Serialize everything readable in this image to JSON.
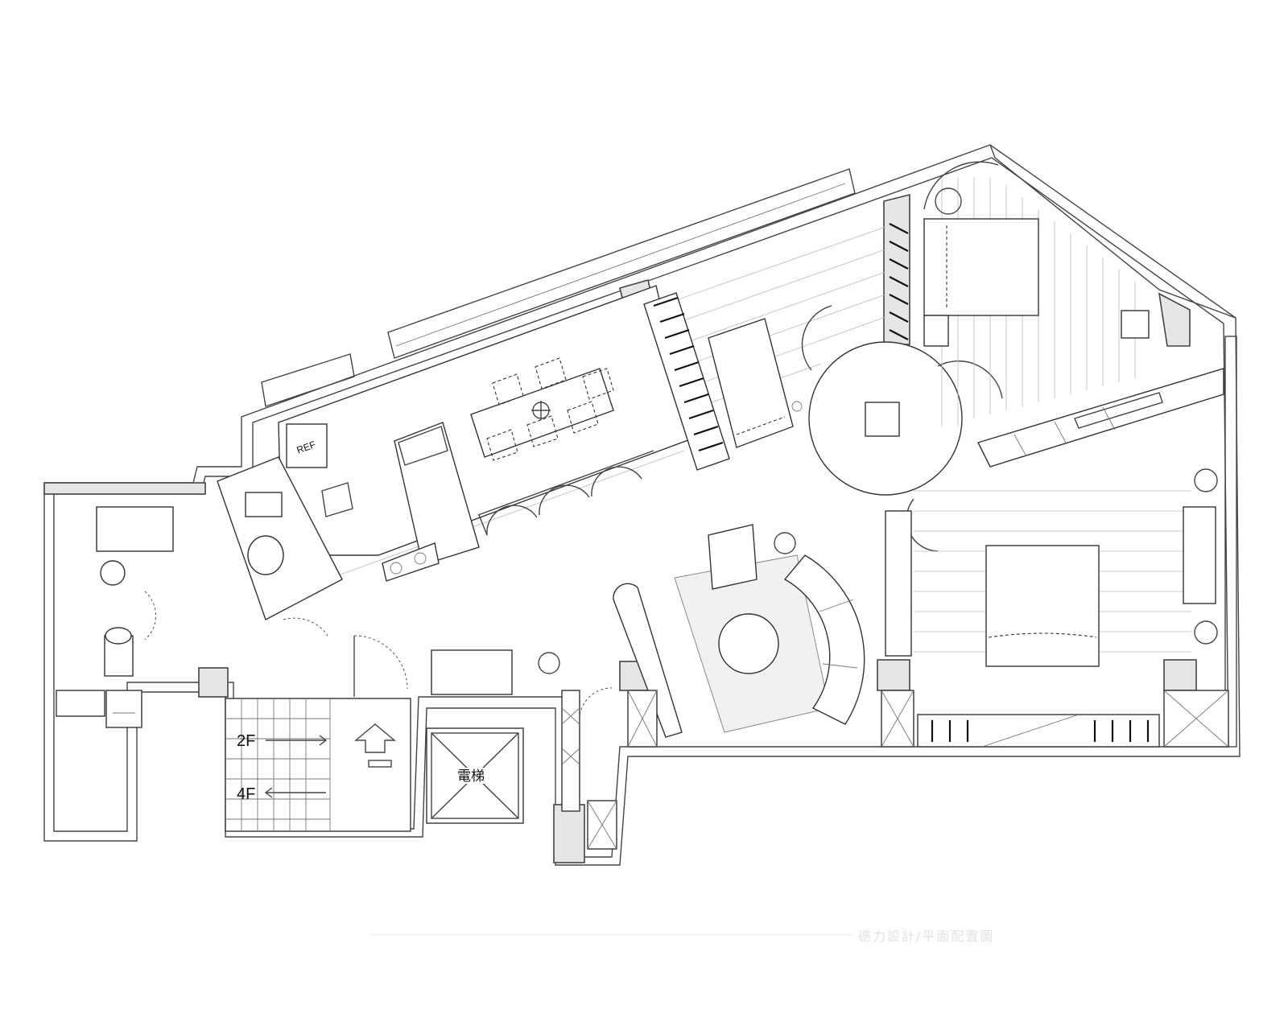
{
  "plan": {
    "labels": {
      "ref": "REF",
      "floor_up": "2F",
      "floor_down": "4F",
      "elevator": "電梯"
    },
    "watermark": "德力設計/平面配置圖"
  }
}
